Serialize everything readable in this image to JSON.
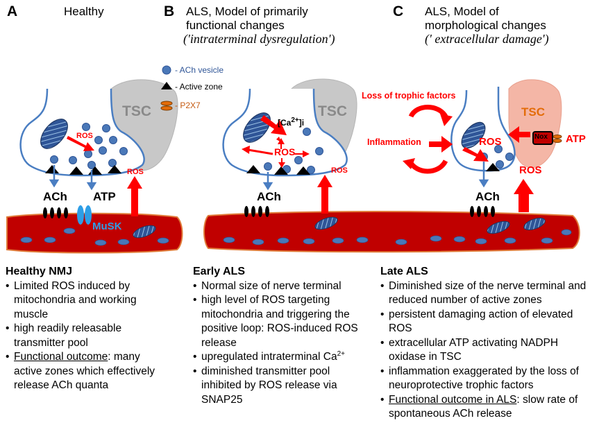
{
  "panels": {
    "a": {
      "letter": "A",
      "title": "Healthy"
    },
    "b": {
      "letter": "B",
      "title_line1": "ALS, Model of primarily",
      "title_line2": "functional changes",
      "title_line3": "('intraterminal dysregulation')"
    },
    "c": {
      "letter": "C",
      "title_line1": "ALS, Model of",
      "title_line2": "morphological changes",
      "title_line3": "(' extracellular damage')"
    }
  },
  "legend": {
    "vesicle": "- ACh vesicle",
    "active_zone": "- Active zone",
    "p2x7": "- P2X7"
  },
  "labels": {
    "tsc": "TSC",
    "ros": "ROS",
    "ach": "ACh",
    "atp": "ATP",
    "musk": "MuSK",
    "ca": "[Ca",
    "ca_sup": "2+",
    "ca_tail": "]i",
    "nox": "Nox",
    "loss": "Loss of trophic factors",
    "inflammation": "Inflammation"
  },
  "colors": {
    "membrane": "#4a7ec2",
    "vesicle": "#4a78b8",
    "muscle": "#c00000",
    "muscle_edge": "#e07b39",
    "arrow": "#ff0000",
    "tsc_gray": "#c8c8c8",
    "tsc_pink": "#f4b6a6",
    "musk": "#2e9ee6"
  },
  "notes": {
    "a": {
      "title": "Healthy NMJ",
      "b1a": "Limited ROS induced by",
      "b1b": "mitochondria and working",
      "b1c": "muscle",
      "b2a": "high readily releasable",
      "b2b": "transmitter pool",
      "b3u": "Functional outcome",
      "b3a": ": many",
      "b3b": "active zones which effectively",
      "b3c": "release ACh quanta"
    },
    "b": {
      "title": "Early ALS",
      "b1": "Normal size of nerve terminal",
      "b2a": "high level of ROS targeting",
      "b2b": "mitochondria and triggering the",
      "b2c": "positive loop: ROS-induced ROS",
      "b2d": "release",
      "b3a": "upregulated intraterminal Ca",
      "b3sup": "2+",
      "b4a": "diminished transmitter pool",
      "b4b": "inhibited by ROS release via",
      "b4c": "SNAP25"
    },
    "c": {
      "title": "Late ALS",
      "b1a": "Diminished size of the nerve terminal and",
      "b1b": "reduced number of active zones",
      "b2a": "persistent damaging action of elevated",
      "b2b": "ROS",
      "b3a": " extracellular ATP activating NADPH",
      "b3b": "oxidase in TSC",
      "b4a": "inflammation exaggerated  by  the loss of",
      "b4b": "neuroprotective trophic factors",
      "b5u": "Functional outcome in ALS",
      "b5a": ": slow  rate of",
      "b5b": "spontaneous  ACh release"
    }
  }
}
